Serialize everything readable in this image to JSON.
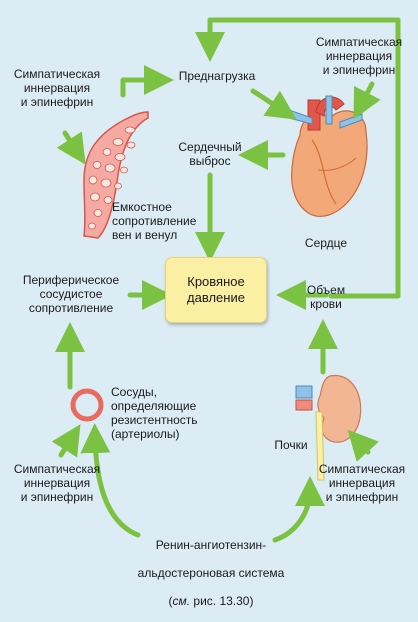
{
  "nodes": {
    "preload": "Преднагрузка",
    "symp_top_left": "Симпатическая\nиннервация\nи эпинефрин",
    "symp_top_right": "Симпатическая\nиннервация\nи эпинефрин",
    "cardiac_output": "Сердечный\nвыброс",
    "capacitance": "Емкостное\nсопротивление\nвен и венул",
    "heart": "Сердце",
    "peripheral_resistance": "Периферическое\nсосудистое\nсопротивление",
    "blood_pressure": "Кровяное\nдавление",
    "blood_volume": "Объем\nкрови",
    "vessels": "Сосуды,\nопределяющие\nрезистентность\n(артериолы)",
    "kidneys": "Почки",
    "symp_bottom_left": "Симпатическая\nиннервация\nи эпинефрин",
    "symp_bottom_right": "Симпатическая\nиннервация\nи эпинефрин",
    "raas_line1": "Ренин-ангиотензин-",
    "raas_line2": "альдостероновая система",
    "raas_ref_see": "см.",
    "raas_ref_fig": "рис. 13.30"
  },
  "colors": {
    "arrow": "#7cc242",
    "arrow_dark": "#4e9a2a",
    "background": "#dcecf4",
    "center_box": "#fbefa4",
    "vein": "#e97c73",
    "heart": "#f2a878",
    "kidney": "#f2b694",
    "arteriole_ring": "#e96a5f"
  }
}
